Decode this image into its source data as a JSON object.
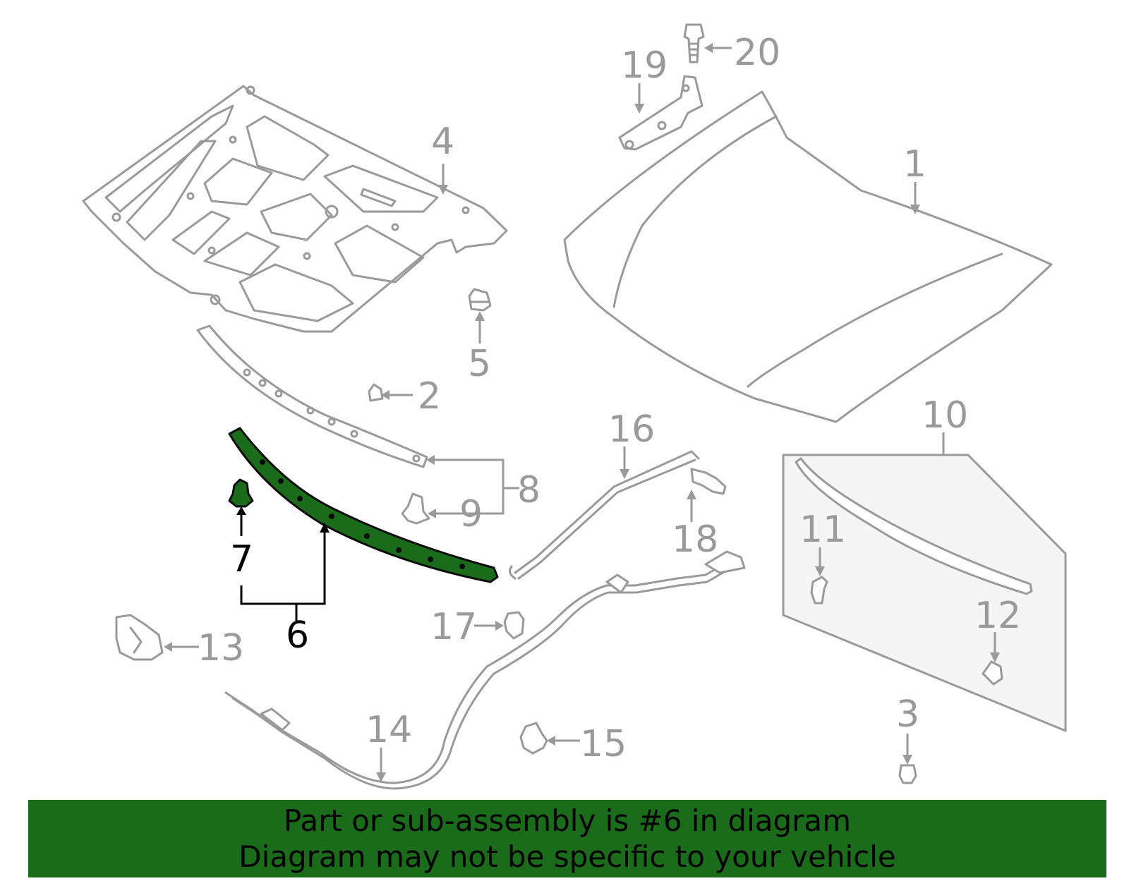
{
  "callouts": {
    "c1": "1",
    "c2": "2",
    "c3": "3",
    "c4": "4",
    "c5": "5",
    "c6": "6",
    "c7": "7",
    "c8": "8",
    "c9": "9",
    "c10": "10",
    "c11": "11",
    "c12": "12",
    "c13": "13",
    "c14": "14",
    "c15": "15",
    "c16": "16",
    "c17": "17",
    "c18": "18",
    "c19": "19",
    "c20": "20"
  },
  "banner": {
    "line1": "Part or sub-assembly is #6 in diagram",
    "line2": "Diagram may not be specific to your vehicle"
  },
  "colors": {
    "highlight": "#1a6b1a",
    "outline": "#9a9a9a",
    "banner_bg": "#1a6b1a"
  }
}
